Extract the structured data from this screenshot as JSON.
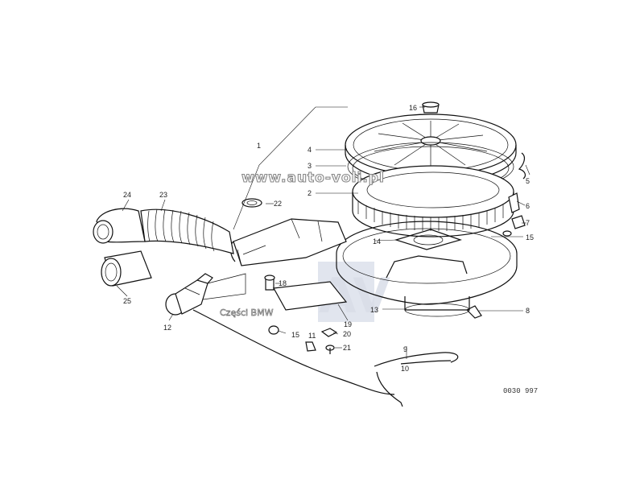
{
  "diagram": {
    "labels": {
      "l1": "1",
      "l2": "2",
      "l3": "3",
      "l4": "4",
      "l5": "5",
      "l6": "6",
      "l7": "7",
      "l8": "8",
      "l9": "9",
      "l10": "10",
      "l11": "11",
      "l12": "12",
      "l13": "13",
      "l14": "14",
      "l15a": "15",
      "l15b": "15",
      "l16": "16",
      "l18": "18",
      "l19": "19",
      "l20": "20",
      "l21": "21",
      "l22": "22",
      "l23": "23",
      "l24": "24",
      "l25": "25"
    },
    "reference_code": "0030 997"
  },
  "watermark": {
    "url": "www.auto-voli.pl",
    "caption": "Części BMW",
    "logo_letters": "AV"
  }
}
